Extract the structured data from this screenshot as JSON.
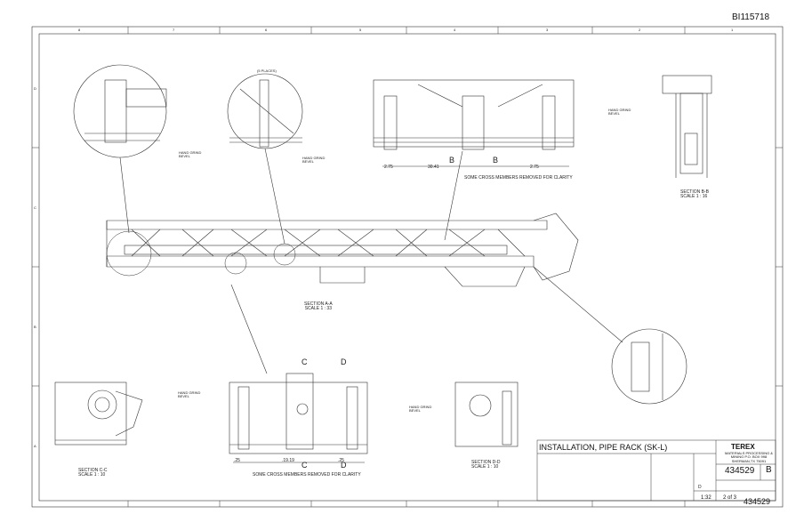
{
  "document_id": "BI115718",
  "title_block": {
    "title": "INSTALLATION, PIPE RACK (SK-L)",
    "company": "TEREX",
    "company_sub": "MATERIALS PROCESSING & MINING P.O. BOX 998 SHERMAN,TX 75091",
    "drawing_number": "434529",
    "drawing_number_2": "434529",
    "revision": "B",
    "scale": "1:32",
    "sheet": "2 of 3",
    "size": "D"
  },
  "views": {
    "section_aa": "SECTION A-A\nSCALE 1 : 33",
    "section_bb": "SECTION B-B\nSCALE 1 : 16",
    "section_cc": "SECTION C-C\nSCALE 1 : 10",
    "section_dd": "SECTION D-D\nSCALE 1 : 10"
  },
  "notes": {
    "cross_members_top": "SOME CROSS MEMBERS REMOVED FOR CLARITY",
    "cross_members_bottom": "SOME CROSS MEMBERS REMOVED FOR CLARITY",
    "hand_grind": "HAND GRIND BEVEL",
    "places": "(5 PLACES)"
  },
  "section_letters": {
    "b": "B",
    "c": "C",
    "d": "D"
  },
  "dimensions": {
    "d275": "2.75",
    "d3041": "30.41",
    "d1019": ".19.19",
    "d25": ".25"
  },
  "zone_columns": [
    "8",
    "7",
    "6",
    "5",
    "4",
    "3",
    "2",
    "1"
  ],
  "zone_rows": [
    "D",
    "C",
    "B",
    "A"
  ]
}
